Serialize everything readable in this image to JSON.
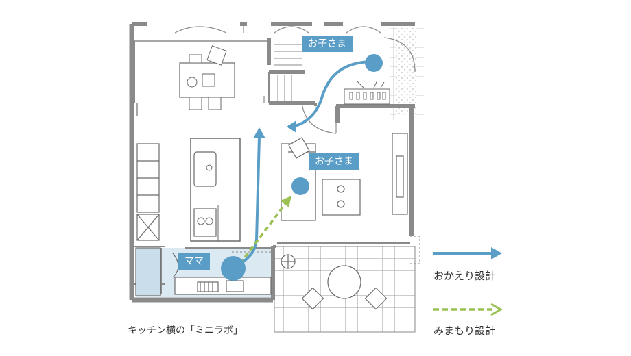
{
  "labels": {
    "child_top": "お子さま",
    "child_mid": "お子さま",
    "mama": "ママ",
    "caption": "キッチン横の「ミニラボ」"
  },
  "legend": {
    "items": [
      {
        "label": "おかえり設計",
        "color": "#5a9ec8",
        "style": "solid"
      },
      {
        "label": "みまもり設計",
        "color": "#9bc152",
        "style": "dashed"
      }
    ]
  },
  "colors": {
    "wall": "#8a8a8a",
    "accent_blue": "#5a9ec8",
    "accent_green": "#9bc152",
    "lab_fill": "#dbe9f3"
  }
}
